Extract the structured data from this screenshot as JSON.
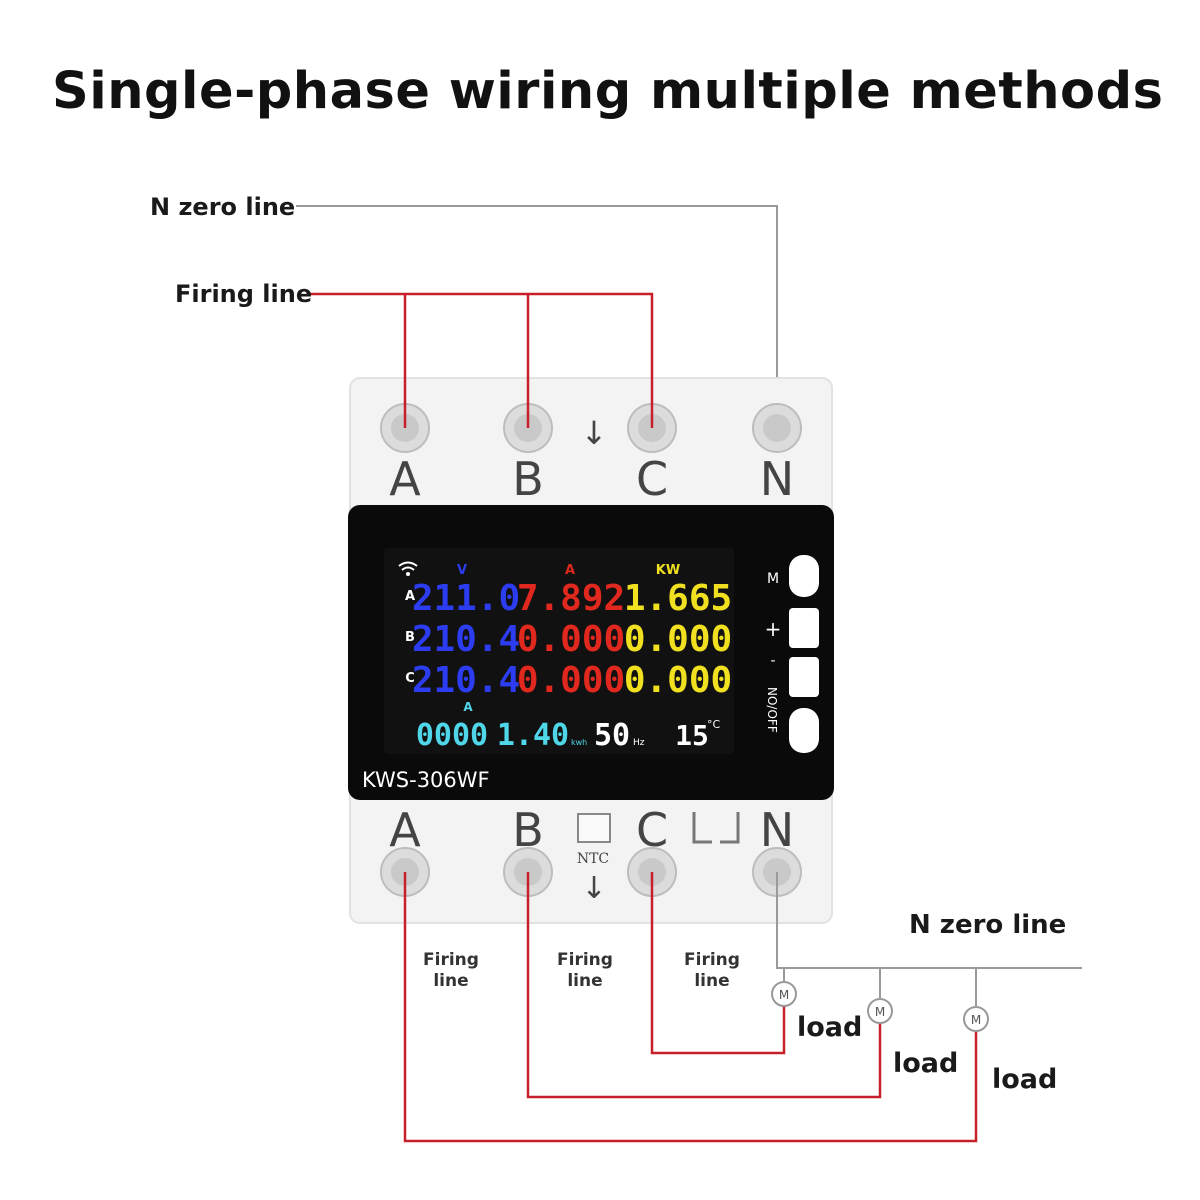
{
  "title": "Single-phase wiring multiple methods",
  "labels": {
    "n_zero_line_top": "N zero line",
    "firing_line_top": "Firing line",
    "n_zero_line_bottom": "N zero line",
    "firing_line_a": [
      "Firing",
      "line"
    ],
    "firing_line_b": [
      "Firing",
      "line"
    ],
    "firing_line_c": [
      "Firing",
      "line"
    ],
    "load_1": "load",
    "load_2": "load",
    "load_3": "load",
    "motor_symbol": "M"
  },
  "device": {
    "model": "KWS-306WF",
    "terminals_top": [
      "A",
      "B",
      "C",
      "N"
    ],
    "terminals_bottom": [
      "A",
      "B",
      "C",
      "N"
    ],
    "ntc_label": "NTC",
    "buttons": [
      "M",
      "+",
      "-",
      "NO/OFF"
    ],
    "display": {
      "headers": {
        "volt": "V",
        "amp": "A",
        "power": "KW",
        "small_amp": "A"
      },
      "row_labels": [
        "A",
        "B",
        "C"
      ],
      "voltage": [
        "211.0",
        "210.4",
        "210.4"
      ],
      "current": [
        "7.892",
        "0.000",
        "0.000"
      ],
      "power": [
        "1.665",
        "0.000",
        "0.000"
      ],
      "bottom_counter": "0000",
      "bottom_energy": "1.40",
      "energy_unit": "kwh",
      "frequency": "50",
      "frequency_unit": "Hz",
      "temperature": "15",
      "temperature_unit": "°C"
    }
  },
  "colors": {
    "live_wire": "#c8202a",
    "neutral_wire": "#999999",
    "volt": "#2c3cf0",
    "amp": "#e0281e",
    "power": "#f0e020",
    "counter": "#4fd6e8"
  }
}
